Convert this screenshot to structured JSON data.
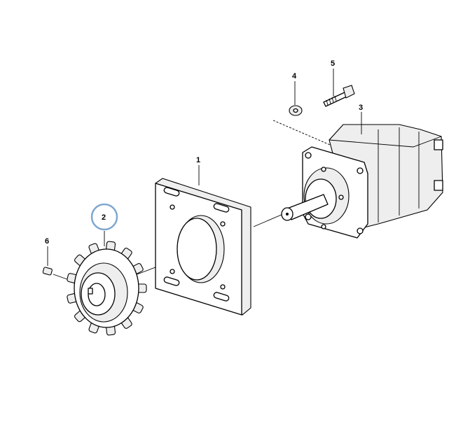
{
  "diagram": {
    "callouts": [
      {
        "id": "1",
        "label": "1",
        "part": "plate"
      },
      {
        "id": "2",
        "label": "2",
        "part": "sprocket",
        "highlighted": true
      },
      {
        "id": "3",
        "label": "3",
        "part": "hydraulic-motor"
      },
      {
        "id": "4",
        "label": "4",
        "part": "washer"
      },
      {
        "id": "5",
        "label": "5",
        "part": "bolt"
      },
      {
        "id": "6",
        "label": "6",
        "part": "set-screw"
      }
    ],
    "highlight_color": "#7fa7d0"
  }
}
